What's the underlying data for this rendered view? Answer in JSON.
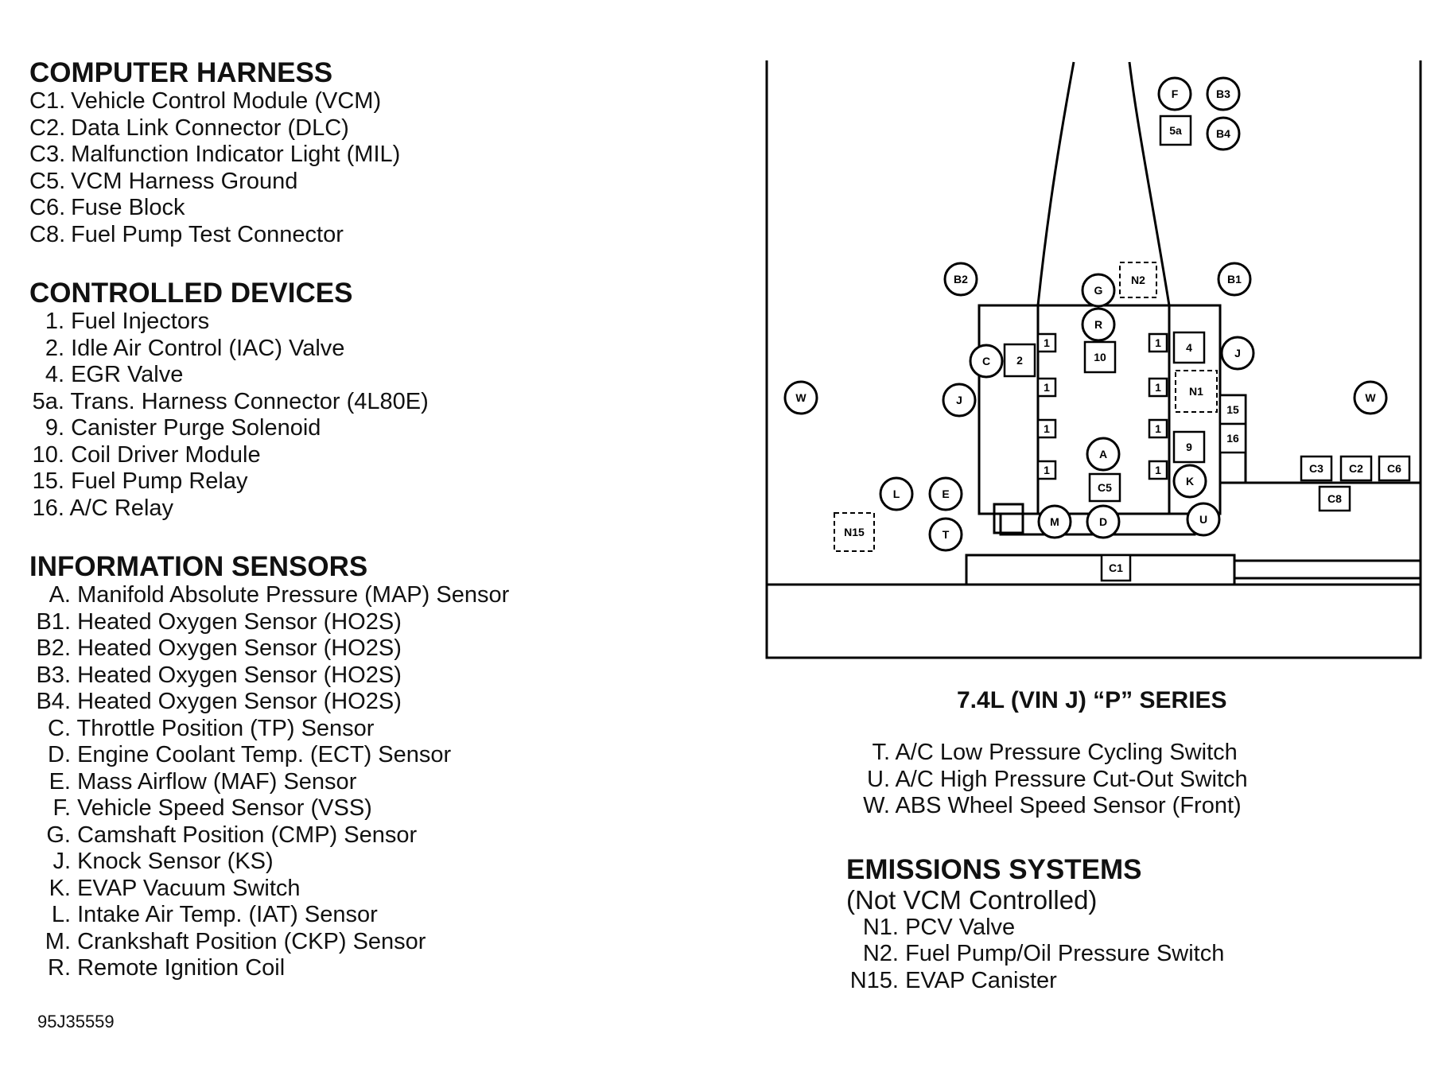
{
  "computer_harness": {
    "title": "COMPUTER HARNESS",
    "items": [
      {
        "key": "C1.",
        "text": "Vehicle Control Module (VCM)"
      },
      {
        "key": "C2.",
        "text": "Data Link Connector (DLC)"
      },
      {
        "key": "C3.",
        "text": "Malfunction Indicator Light (MIL)"
      },
      {
        "key": "C5.",
        "text": "VCM Harness Ground"
      },
      {
        "key": "C6.",
        "text": "Fuse Block"
      },
      {
        "key": "C8.",
        "text": "Fuel Pump Test Connector"
      }
    ]
  },
  "controlled_devices": {
    "title": "CONTROLLED DEVICES",
    "items": [
      {
        "key": "1.",
        "text": "Fuel Injectors"
      },
      {
        "key": "2.",
        "text": "Idle Air Control (IAC) Valve"
      },
      {
        "key": "4.",
        "text": "EGR Valve"
      },
      {
        "key": "5a.",
        "text": "Trans. Harness Connector (4L80E)"
      },
      {
        "key": "9.",
        "text": "Canister Purge Solenoid"
      },
      {
        "key": "10.",
        "text": "Coil Driver Module"
      },
      {
        "key": "15.",
        "text": "Fuel Pump Relay"
      },
      {
        "key": "16.",
        "text": "A/C Relay"
      }
    ]
  },
  "information_sensors": {
    "title": "INFORMATION SENSORS",
    "items": [
      {
        "key": "A.",
        "text": "Manifold Absolute Pressure (MAP) Sensor"
      },
      {
        "key": "B1.",
        "text": "Heated Oxygen Sensor (HO2S)"
      },
      {
        "key": "B2.",
        "text": "Heated Oxygen Sensor (HO2S)"
      },
      {
        "key": "B3.",
        "text": "Heated Oxygen Sensor (HO2S)"
      },
      {
        "key": "B4.",
        "text": "Heated Oxygen Sensor (HO2S)"
      },
      {
        "key": "C.",
        "text": "Throttle Position (TP) Sensor"
      },
      {
        "key": "D.",
        "text": "Engine Coolant Temp. (ECT) Sensor"
      },
      {
        "key": "E.",
        "text": "Mass Airflow (MAF) Sensor"
      },
      {
        "key": "F.",
        "text": "Vehicle Speed Sensor (VSS)"
      },
      {
        "key": "G.",
        "text": "Camshaft Position (CMP) Sensor"
      },
      {
        "key": "J.",
        "text": "Knock Sensor (KS)"
      },
      {
        "key": "K.",
        "text": "EVAP Vacuum Switch"
      },
      {
        "key": "L.",
        "text": "Intake Air Temp. (IAT) Sensor"
      },
      {
        "key": "M.",
        "text": "Crankshaft Position (CKP) Sensor"
      },
      {
        "key": "R.",
        "text": "Remote Ignition Coil"
      }
    ]
  },
  "figure_code": "95J35559",
  "diagram_title": "7.4L (VIN J) “P” SERIES",
  "more_sensors": {
    "items": [
      {
        "key": "T.",
        "text": "A/C Low Pressure Cycling Switch"
      },
      {
        "key": "U.",
        "text": "A/C High Pressure Cut-Out Switch"
      },
      {
        "key": "W.",
        "text": "ABS Wheel Speed Sensor (Front)"
      }
    ]
  },
  "emissions": {
    "title": "EMISSIONS SYSTEMS",
    "subtitle": "(Not VCM Controlled)",
    "items": [
      {
        "key": "N1.",
        "text": "PCV Valve"
      },
      {
        "key": "N2.",
        "text": "Fuel Pump/Oil Pressure Switch"
      },
      {
        "key": "N15.",
        "text": "EVAP Canister"
      }
    ]
  },
  "diagram_labels": {
    "F": "F",
    "B3": "B3",
    "B4": "B4",
    "5a": "5a",
    "N2": "N2",
    "B2": "B2",
    "B1": "B1",
    "G": "G",
    "R": "R",
    "10": "10",
    "C": "C",
    "2": "2",
    "J_left": "J",
    "J_right": "J",
    "4": "4",
    "N1": "N1",
    "15": "15",
    "16": "16",
    "9": "9",
    "inj1": "1",
    "inj2": "1",
    "inj3": "1",
    "inj4": "1",
    "inj5": "1",
    "inj6": "1",
    "inj7": "1",
    "inj8": "1",
    "A": "A",
    "C5": "C5",
    "K": "K",
    "W_left": "W",
    "W_right": "W",
    "L": "L",
    "E": "E",
    "T": "T",
    "N15": "N15",
    "M": "M",
    "D": "D",
    "U": "U",
    "C1": "C1",
    "C3": "C3",
    "C2": "C2",
    "C6": "C6",
    "C8": "C8"
  }
}
